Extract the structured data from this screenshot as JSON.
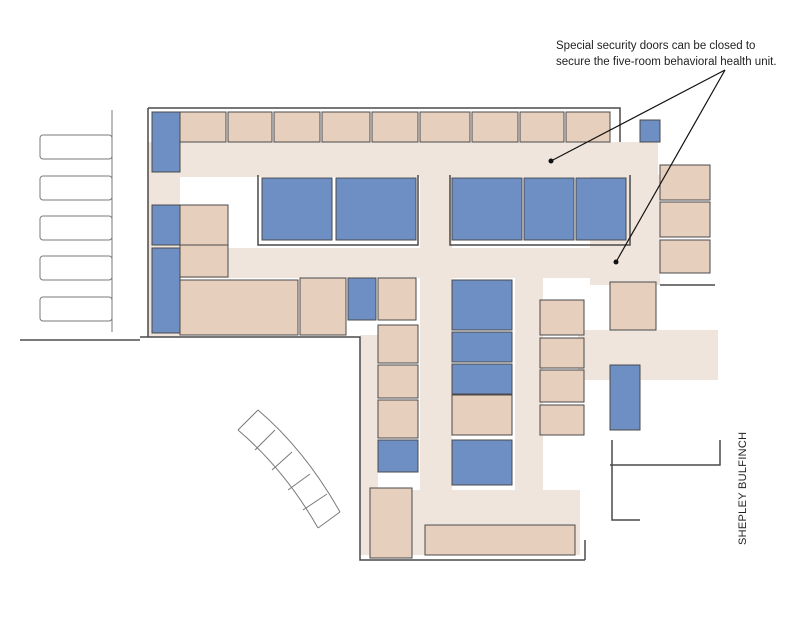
{
  "annotation": {
    "line1": "Special security doors can be closed to",
    "line2": "secure the five-room behavioral health unit."
  },
  "credit": "SHEPLEY BULFINCH",
  "colors": {
    "corridor": "#efe5dd",
    "room_tan": "#e6cfbd",
    "room_blue": "#6e8fc4",
    "wall": "#4a4a4a",
    "parking": "#7a7a7a",
    "leader": "#111111"
  }
}
